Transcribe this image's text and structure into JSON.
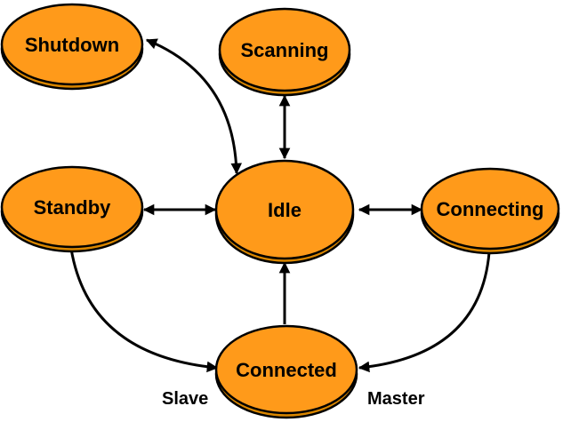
{
  "diagram": {
    "nodes": {
      "shutdown": "Shutdown",
      "scanning": "Scanning",
      "standby": "Standby",
      "idle": "Idle",
      "connecting": "Connecting",
      "connected": "Connected"
    },
    "edge_labels": {
      "slave": "Slave",
      "master": "Master"
    },
    "colors": {
      "node_fill": "#ff9a1a",
      "node_shadow": "#d98600",
      "stroke": "#000000"
    }
  }
}
